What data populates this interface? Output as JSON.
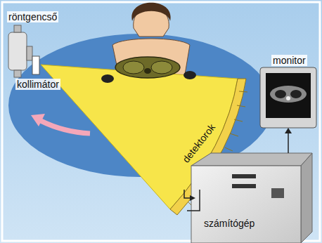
{
  "diagram": {
    "labels": [
      "röntgencső",
      "kollimátor",
      "detektorok",
      "monitor",
      "számítógép"
    ]
  }
}
